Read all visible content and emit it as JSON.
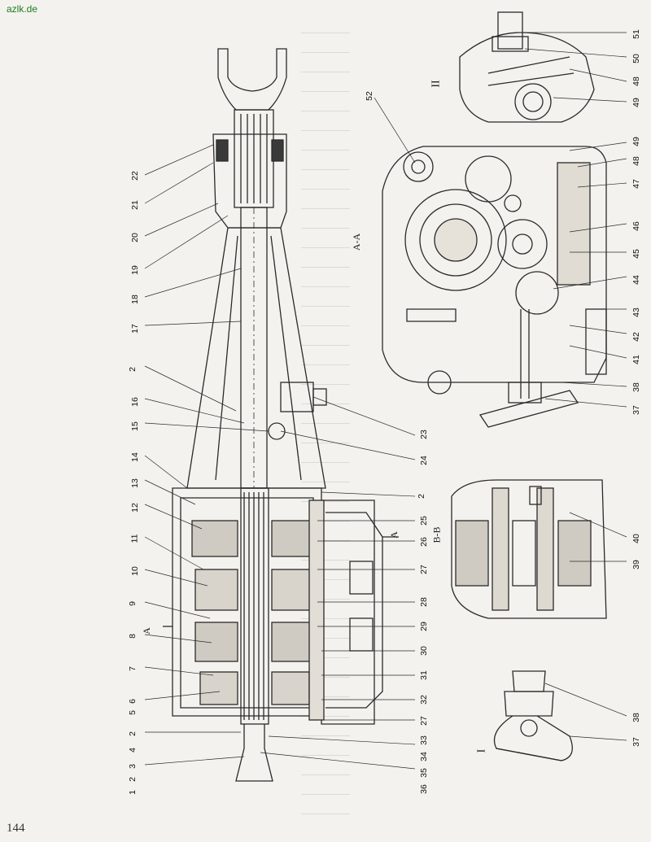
{
  "watermark": "azlk.de",
  "page_number": "144",
  "section_labels": {
    "a_a": "A-A",
    "b_b": "B-B",
    "view_1": "I",
    "view_2": "II",
    "arrow_a_1": "A",
    "arrow_a_2": "A"
  },
  "callouts_left": [
    "22",
    "21",
    "20",
    "19",
    "18",
    "17",
    "2",
    "16",
    "15",
    "14",
    "13",
    "12",
    "11",
    "10",
    "9",
    "8",
    "7",
    "6",
    "5",
    "2",
    "4",
    "3",
    "2",
    "1"
  ],
  "callouts_mid": [
    "23",
    "24",
    "2",
    "25",
    "26",
    "27",
    "28",
    "29",
    "30",
    "31",
    "32",
    "27",
    "33",
    "34",
    "35",
    "36"
  ],
  "callouts_top_right": [
    "51",
    "50",
    "48",
    "49"
  ],
  "callouts_right": [
    "49",
    "48",
    "47",
    "46",
    "45",
    "44",
    "43",
    "42",
    "41",
    "38",
    "37"
  ],
  "callouts_bb": [
    "40",
    "39"
  ],
  "callouts_bottom_right": [
    "38",
    "37"
  ],
  "callout_52": "52",
  "colors": {
    "watermark": "#1e7a1e",
    "paper": "#f4f2ee",
    "ink": "#222222"
  }
}
